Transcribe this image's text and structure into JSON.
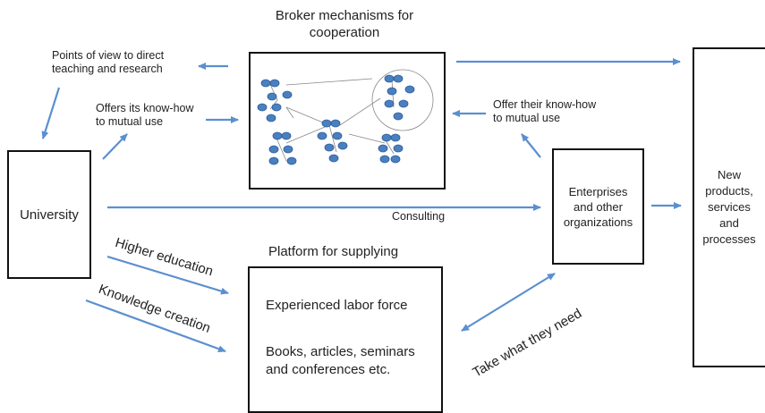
{
  "diagram": {
    "broker_title": [
      "Broker mechanisms for",
      "cooperation"
    ],
    "platform_title": "Platform for supplying",
    "university_label": "University",
    "enterprises_label": [
      "Enterprises",
      "and other",
      "organizations"
    ],
    "outcome_label": [
      "New",
      "products,",
      "services",
      "and",
      "processes"
    ],
    "platform_items": [
      "Experienced labor force",
      "Books, articles, seminars",
      "and conferences etc."
    ],
    "edge_labels": {
      "points_of_view": [
        "Points of view to direct",
        "teaching and research"
      ],
      "offers_its": [
        "Offers its know-how",
        "to mutual use"
      ],
      "offer_their": [
        "Offer their know-how",
        "to mutual use"
      ],
      "consulting": "Consulting",
      "higher_education": "Higher education",
      "knowledge_creation": "Knowledge creation",
      "take_what": "Take what they need"
    },
    "colors": {
      "arrow": "#5b8fcf",
      "node": "#4a7fc0",
      "node_stroke": "#2e5e99",
      "line": "#888888"
    }
  }
}
